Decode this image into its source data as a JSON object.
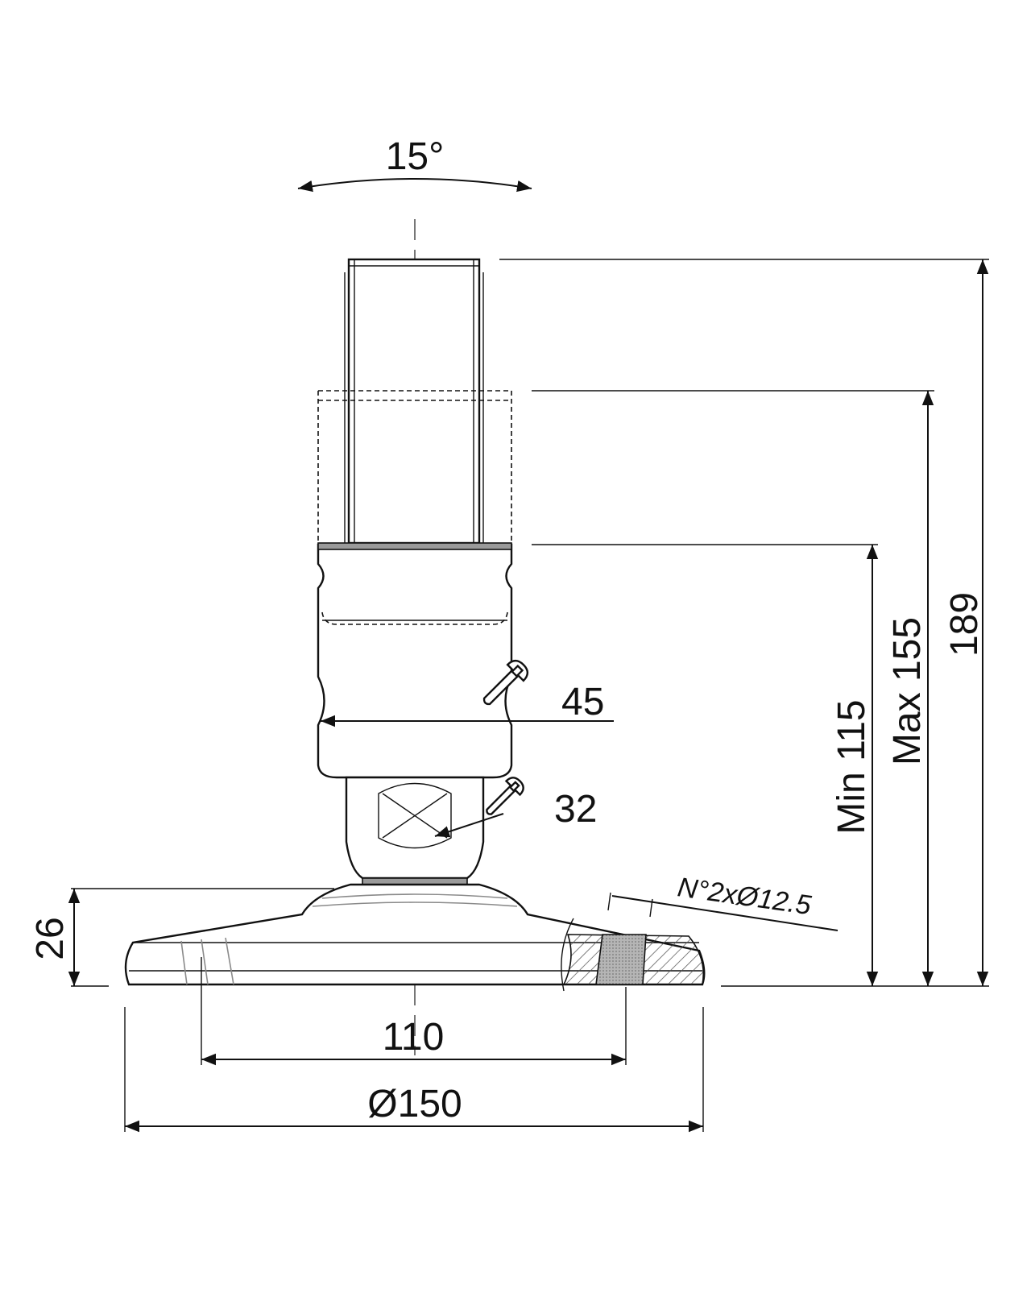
{
  "title": "",
  "colors": {
    "line": "#111111",
    "shade": "#9a9a9a",
    "axis": "#777777",
    "hatch": "#555555"
  },
  "dimensions": {
    "tilt_angle": "15°",
    "overall_height": "189",
    "max_height": "Max 155",
    "min_height": "Min 115",
    "base_height": "26",
    "hole_spacing": "110",
    "base_diameter": "Ø150",
    "wrench_nut": "45",
    "wrench_bolt": "32",
    "holes_note": "N°2xØ12.5"
  },
  "icons": {
    "wrench": "wrench-icon"
  }
}
